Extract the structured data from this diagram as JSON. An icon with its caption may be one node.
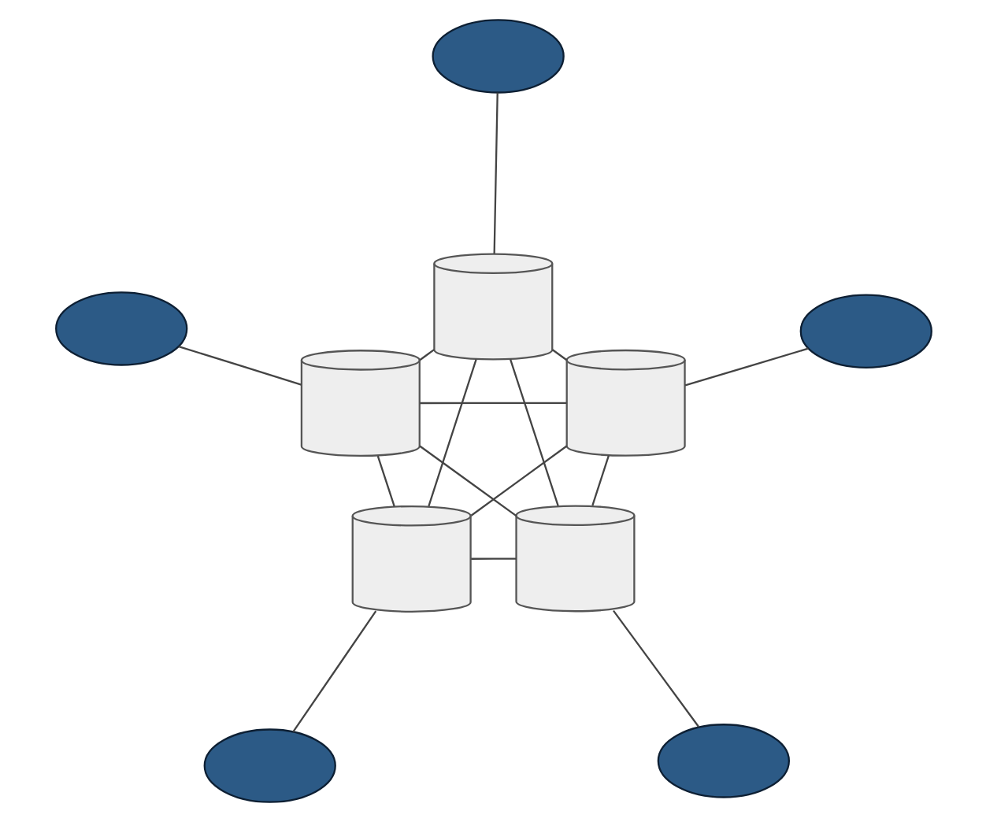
{
  "diagram": {
    "nodes": [
      {
        "text": [],
        "shape": "cloud"
      },
      {
        "text": [],
        "shape": "cloud"
      },
      {
        "text": [],
        "shape": "cylinder"
      },
      {
        "text": [],
        "shape": "cylinder"
      },
      {
        "text": [],
        "shape": "cylinder"
      },
      {
        "text": [],
        "shape": "cylinder"
      },
      {
        "text": [],
        "shape": "cylinder"
      },
      {
        "text": [],
        "shape": "cloud"
      },
      {
        "text": [],
        "shape": "cloud"
      },
      {
        "text": [],
        "shape": "cloud"
      }
    ],
    "edges": [
      {
        "from": 0,
        "to": 2,
        "arrow": "none"
      },
      {
        "from": 1,
        "to": 3,
        "arrow": "none"
      },
      {
        "from": 2,
        "to": 3,
        "arrow": "none"
      },
      {
        "from": 2,
        "to": 4,
        "arrow": "none"
      },
      {
        "from": 2,
        "to": 5,
        "arrow": "none"
      },
      {
        "from": 2,
        "to": 6,
        "arrow": "none"
      },
      {
        "from": 3,
        "to": 4,
        "arrow": "none"
      },
      {
        "from": 3,
        "to": 5,
        "arrow": "none"
      },
      {
        "from": 3,
        "to": 6,
        "arrow": "none"
      },
      {
        "from": 4,
        "to": 5,
        "arrow": "none"
      },
      {
        "from": 4,
        "to": 6,
        "arrow": "none"
      },
      {
        "from": 5,
        "to": 6,
        "arrow": "none"
      },
      {
        "from": 4,
        "to": 7,
        "arrow": "none"
      },
      {
        "from": 5,
        "to": 8,
        "arrow": "none"
      },
      {
        "from": 6,
        "to": 9,
        "arrow": "none"
      }
    ]
  }
}
